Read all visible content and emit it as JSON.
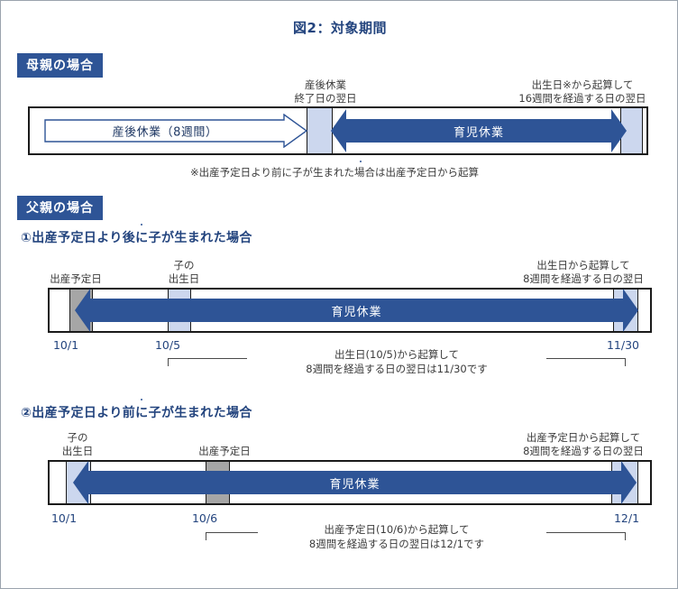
{
  "title": "図2：対象期間",
  "colors": {
    "accent_blue": "#2e5496",
    "title_blue": "#23447e",
    "band_blue": "#ccd7ee",
    "band_gray": "#a6a6a6"
  },
  "mother": {
    "tag": "母親の場合",
    "caption_mid": {
      "line1": "産後休業",
      "line2": "終了日の翌日"
    },
    "caption_right": {
      "line1": "出生日※から起算して",
      "line2": "16週間を経過する日の翌日"
    },
    "bar_maternity_label": "産後休業（8週間）",
    "bar_childcare_label": "育児休業",
    "footnote": "※出産予定日より前に子が生まれた場合は出産予定日から起算"
  },
  "father": {
    "tag": "父親の場合",
    "case1": {
      "heading": "①出産予定日より後に子が生まれた場合",
      "caption_left": {
        "line1": "",
        "line2": "出産予定日"
      },
      "caption_mid": {
        "line1": "子の",
        "line2": "出生日"
      },
      "caption_right": {
        "line1": "出生日から起算して",
        "line2": "8週間を経過する日の翌日"
      },
      "bar_label": "育児休業",
      "dates": {
        "left": "10/1",
        "mid": "10/5",
        "right": "11/30"
      },
      "note": {
        "line1": "出生日(10/5)から起算して",
        "line2": "8週間を経過する日の翌日は11/30です"
      }
    },
    "case2": {
      "heading": "②出産予定日より前に子が生まれた場合",
      "caption_left": {
        "line1": "子の",
        "line2": "出生日"
      },
      "caption_mid": {
        "line1": "",
        "line2": "出産予定日"
      },
      "caption_right": {
        "line1": "出産予定日から起算して",
        "line2": "8週間を経過する日の翌日"
      },
      "bar_label": "育児休業",
      "dates": {
        "left": "10/1",
        "mid": "10/6",
        "right": "12/1"
      },
      "note": {
        "line1": "出産予定日(10/6)から起算して",
        "line2": "8週間を経過する日の翌日は12/1です"
      }
    }
  }
}
